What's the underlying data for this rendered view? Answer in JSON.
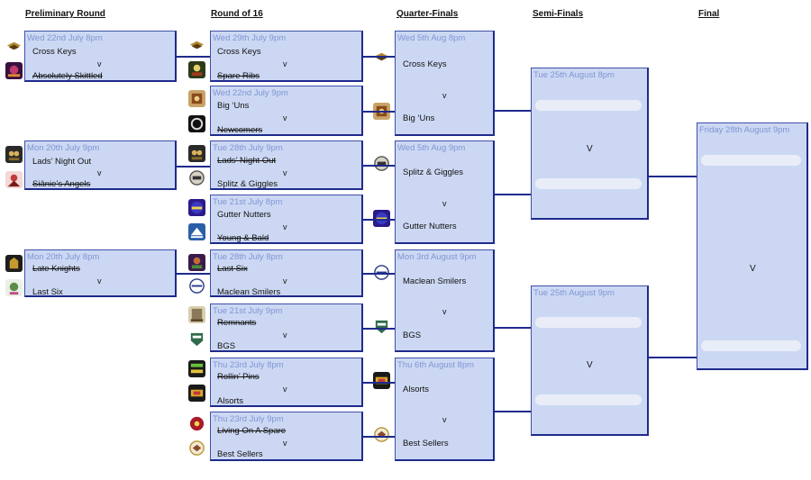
{
  "headers": {
    "preliminary": "Preliminary Round",
    "r16": "Round of 16",
    "qf": "Quarter-Finals",
    "sf": "Semi-Finals",
    "final": "Final"
  },
  "vs_label": "v",
  "big_vs_label": "V",
  "preliminary": [
    {
      "date": "Wed 22nd July 8pm",
      "team1": "Cross Keys",
      "team2": "Absolutely Skittled"
    },
    {
      "date": "Mon 20th July 9pm",
      "team1": "Lads’ Night Out",
      "team2": "Siânie’s Angels"
    },
    {
      "date": "Mon 20th July 8pm",
      "team1": "Late Knights",
      "team2": "Last Six"
    }
  ],
  "r16": [
    {
      "date": "Wed 29th July 9pm",
      "team1": "Cross Keys",
      "team2": "Spare Ribs"
    },
    {
      "date": "Wed 22nd July 9pm",
      "team1": "Big ‘Uns",
      "team2": "Newcomers"
    },
    {
      "date": "Tue 28th July 9pm",
      "team1": "Lads’ Night Out",
      "team2": "Splitz & Giggles"
    },
    {
      "date": "Tue 21st July 8pm",
      "team1": "Gutter Nutters",
      "team2": "Young & Bald"
    },
    {
      "date": "Tue 28th July 8pm",
      "team1": "Last Six",
      "team2": "Maclean Smilers"
    },
    {
      "date": "Tue 21st July 9pm",
      "team1": "Remnants",
      "team2": "BGS"
    },
    {
      "date": "Thu 23rd July 8pm",
      "team1": "Rollin’ Pins",
      "team2": "Alsorts"
    },
    {
      "date": "Thu 23rd July 9pm",
      "team1": "Living On A Spare",
      "team2": "Best Sellers"
    }
  ],
  "qf": [
    {
      "date": "Wed 5th Aug 8pm",
      "team1": "Cross Keys",
      "team2": "Big ‘Uns"
    },
    {
      "date": "Wed 5th Aug 9pm",
      "team1": "Splitz & Giggles",
      "team2": "Gutter Nutters"
    },
    {
      "date": "Mon 3rd August 9pm",
      "team1": "Maclean Smilers",
      "team2": "BGS"
    },
    {
      "date": "Thu 6th August 8pm",
      "team1": "Alsorts",
      "team2": "Best Sellers"
    }
  ],
  "sf": [
    {
      "date": "Tue 25th August 8pm"
    },
    {
      "date": "Tue 25th August 9pm"
    }
  ],
  "final": {
    "date": "Friday 28th August 9pm"
  },
  "colors": {
    "box_fill": "#ccd8f3",
    "box_border": "#1f2a8c",
    "date_text": "#7f95d4"
  }
}
